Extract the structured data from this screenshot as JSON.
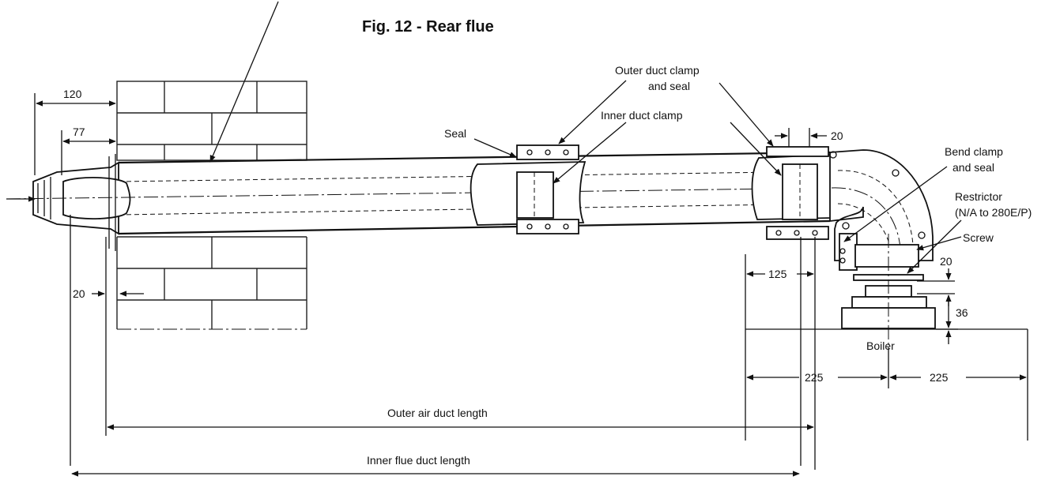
{
  "title": "Fig. 12 - Rear flue",
  "labels": {
    "outer_duct_clamp_line1": "Outer duct clamp",
    "outer_duct_clamp_line2": "and seal",
    "inner_duct_clamp": "Inner duct clamp",
    "seal": "Seal",
    "bend_clamp_line1": "Bend clamp",
    "bend_clamp_line2": "and seal",
    "restrictor_line1": "Restrictor",
    "restrictor_line2": "(N/A to 280E/P)",
    "screw": "Screw",
    "boiler": "Boiler",
    "outer_air_duct_length": "Outer air duct length",
    "inner_flue_duct_length": "Inner flue duct length"
  },
  "dimensions": {
    "d120": "120",
    "d77": "77",
    "d20_left": "20",
    "d20_top": "20",
    "d20_right": "20",
    "d36": "36",
    "d125": "125",
    "d225_left": "225",
    "d225_right": "225"
  }
}
